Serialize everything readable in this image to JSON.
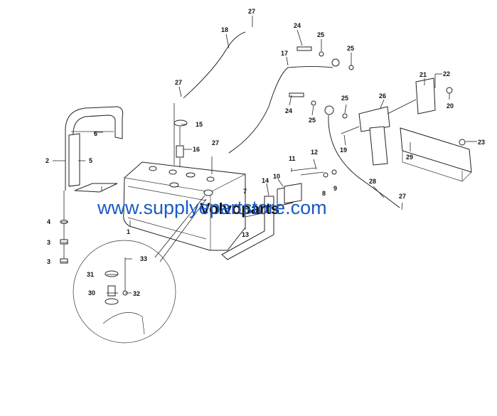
{
  "labels": {
    "l1": "1",
    "l2": "2",
    "l3a": "3",
    "l3b": "3",
    "l4": "4",
    "l5": "5",
    "l6": "6",
    "l7": "7",
    "l8": "8",
    "l9": "9",
    "l10": "10",
    "l11": "11",
    "l12": "12",
    "l13": "13",
    "l14": "14",
    "l15": "15",
    "l16": "16",
    "l17": "17",
    "l18": "18",
    "l19": "19",
    "l20": "20",
    "l21": "21",
    "l22": "22",
    "l23": "23",
    "l24a": "24",
    "l24b": "24",
    "l25a": "25",
    "l25b": "25",
    "l25c": "25",
    "l25d": "25",
    "l26": "26",
    "l27a": "27",
    "l27b": "27",
    "l27c": "27",
    "l27d": "27",
    "l28": "28",
    "l29": "29",
    "l30": "30",
    "l31": "31",
    "l32": "32",
    "l33": "33"
  },
  "watermark": {
    "url": "www.supplyepartstore.com",
    "overlay": "Volvoparts"
  }
}
